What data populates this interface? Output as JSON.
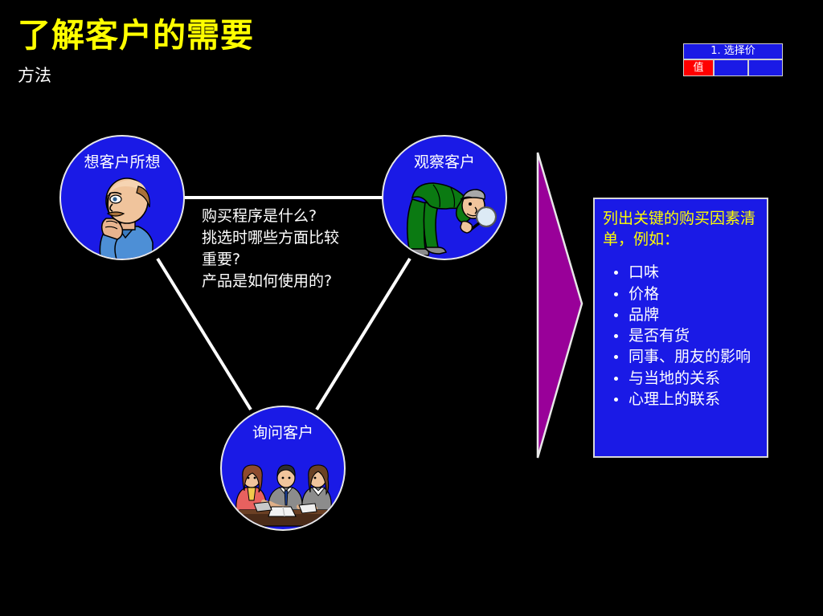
{
  "slide": {
    "title": "了解客户的需要",
    "subtitle": "方法",
    "background_color": "#000000",
    "title_color": "#FFFF00",
    "accent_blue": "#1A1AE6",
    "accent_purple": "#990099",
    "accent_red": "#FF0000"
  },
  "step_indicator": {
    "header": "1. 选择价",
    "cells": [
      {
        "label": "值",
        "state": "active"
      },
      {
        "label": "",
        "state": "plain"
      },
      {
        "label": "",
        "state": "plain"
      }
    ]
  },
  "nodes": [
    {
      "id": "think",
      "label": "想客户所想",
      "art": "thinking-man-illustration"
    },
    {
      "id": "watch",
      "label": "观察客户",
      "art": "man-with-magnifier-illustration"
    },
    {
      "id": "ask",
      "label": "询问客户",
      "art": "meeting-interview-illustration"
    }
  ],
  "questions": [
    "购买程序是什么?",
    "挑选时哪些方面比较",
    "重要?",
    "产品是如何使用的?"
  ],
  "arrow": {
    "name": "right-pointing-arrow",
    "color": "#990099"
  },
  "panel": {
    "heading": "列出关键的购买因素清单，例如：",
    "items": [
      "口味",
      "价格",
      "品牌",
      "是否有货",
      "同事、朋友的影响",
      "与当地的关系",
      "心理上的联系"
    ]
  }
}
